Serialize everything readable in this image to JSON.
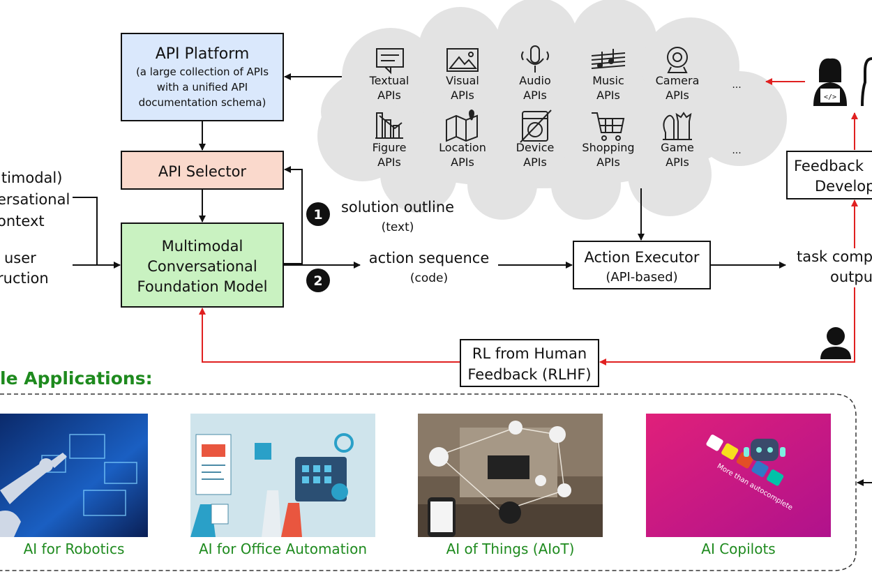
{
  "api_platform": {
    "title": "API Platform",
    "line1": "(a large collection of APIs",
    "line2": "with a unified API",
    "line3": "documentation  schema)"
  },
  "api_selector": {
    "label": "API Selector"
  },
  "foundation_model": {
    "line1": "Multimodal",
    "line2": "Conversational",
    "line3": "Foundation  Model"
  },
  "inputs": {
    "context": [
      "ltimodal)",
      "ersational",
      "ontext"
    ],
    "instruction": [
      "user",
      "ruction"
    ]
  },
  "solution_outline": {
    "badge": "1",
    "label": "solution outline",
    "sub": "(text)"
  },
  "action_sequence": {
    "badge": "2",
    "label": "action sequence",
    "sub": "(code)"
  },
  "action_executor": {
    "title": "Action Executor",
    "sub": "(API-based)"
  },
  "task_output": {
    "line1": "task comp",
    "line2": "outpu"
  },
  "feedback_dev": {
    "line1": "Feedback",
    "line2": "Develop"
  },
  "rlhf": {
    "line1": "RL from Human",
    "line2": "Feedback  (RLHF)"
  },
  "api_categories": [
    {
      "icon": "textual-icon",
      "line1": "Textual",
      "line2": "APIs"
    },
    {
      "icon": "visual-icon",
      "line1": "Visual",
      "line2": "APIs"
    },
    {
      "icon": "audio-icon",
      "line1": "Audio",
      "line2": "APIs"
    },
    {
      "icon": "music-icon",
      "line1": "Music",
      "line2": "APIs"
    },
    {
      "icon": "camera-icon",
      "line1": "Camera",
      "line2": "APIs"
    },
    {
      "icon": "figure-icon",
      "line1": "Figure",
      "line2": "APIs"
    },
    {
      "icon": "location-icon",
      "line1": "Location",
      "line2": "APIs"
    },
    {
      "icon": "device-icon",
      "line1": "Device",
      "line2": "APIs"
    },
    {
      "icon": "shopping-icon",
      "line1": "Shopping",
      "line2": "APIs"
    },
    {
      "icon": "game-icon",
      "line1": "Game",
      "line2": "APIs"
    }
  ],
  "ellipsis": "...",
  "applications": {
    "title": "le Applications:",
    "items": [
      {
        "caption": "AI for Robotics"
      },
      {
        "caption": "AI for Office Automation"
      },
      {
        "caption": "AI of Things (AIoT)"
      },
      {
        "caption": "AI Copilots",
        "image_text": "More than autocomplete"
      }
    ]
  },
  "colors": {
    "platform_fill": "#dae8fc",
    "selector_fill": "#fad9cc",
    "model_fill": "#c9f2c1",
    "feedback_arrow": "#e02020",
    "app_text": "#1e8a1e",
    "cloud_fill": "#e3e3e3"
  }
}
